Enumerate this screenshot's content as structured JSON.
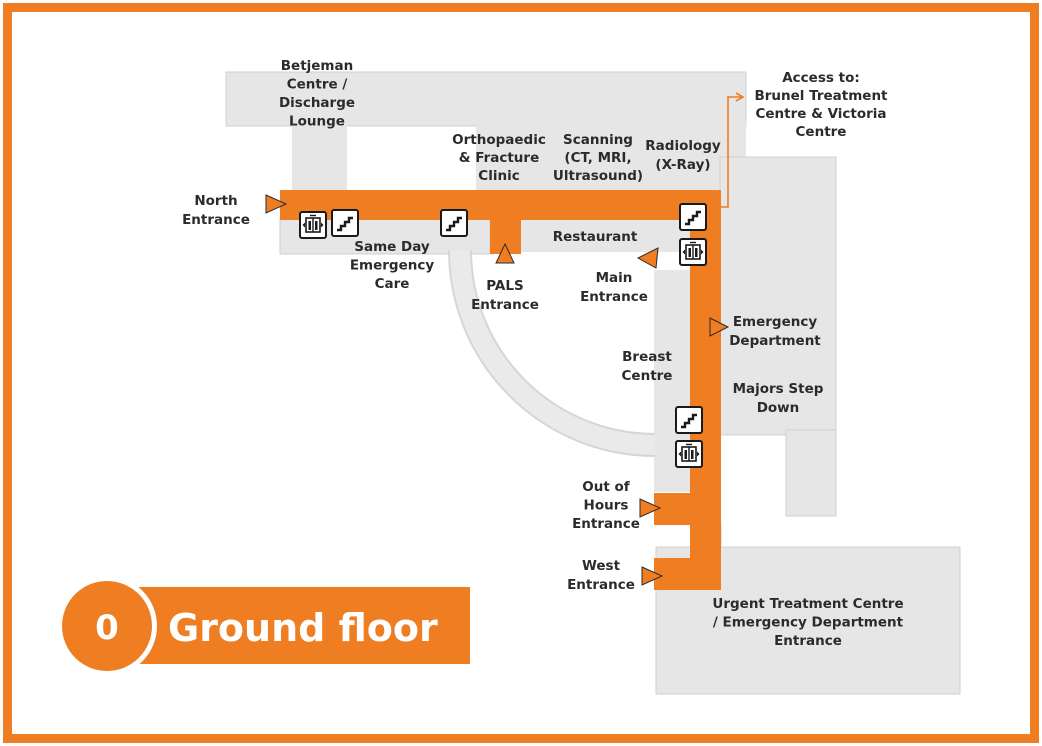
{
  "colors": {
    "frame": "#ef7d22",
    "corridor": "#ef7d22",
    "building": "#e6e6e6",
    "building_edge": "#d0d0d0",
    "text": "#2b2b2b",
    "badge_text": "#ffffff"
  },
  "floor": {
    "number": "0",
    "name": "Ground floor"
  },
  "labels": {
    "betjeman": [
      "Betjeman",
      "Centre /",
      "Discharge",
      "Lounge"
    ],
    "access": [
      "Access to:",
      "Brunel Treatment",
      "Centre & Victoria",
      "Centre"
    ],
    "orthopaedic": [
      "Orthopaedic",
      "& Fracture",
      "Clinic"
    ],
    "scanning": [
      "Scanning",
      "(CT, MRI,",
      "Ultrasound)"
    ],
    "radiology": [
      "Radiology",
      "(X-Ray)"
    ],
    "north_entrance": [
      "North",
      "Entrance"
    ],
    "same_day": [
      "Same Day",
      "Emergency",
      "Care"
    ],
    "restaurant": [
      "Restaurant"
    ],
    "pals": [
      "PALS",
      "Entrance"
    ],
    "main_entrance": [
      "Main",
      "Entrance"
    ],
    "emergency_dept": [
      "Emergency",
      "Department"
    ],
    "breast_centre": [
      "Breast",
      "Centre"
    ],
    "majors": [
      "Majors Step",
      "Down"
    ],
    "out_of_hours": [
      "Out of",
      "Hours",
      "Entrance"
    ],
    "west_entrance": [
      "West",
      "Entrance"
    ],
    "urgent": [
      "Urgent Treatment Centre",
      "/ Emergency Department",
      "Entrance"
    ]
  },
  "icons": {
    "lift": "lift-icon",
    "stairs": "stairs-icon",
    "entrance": "entrance-arrow-icon"
  }
}
